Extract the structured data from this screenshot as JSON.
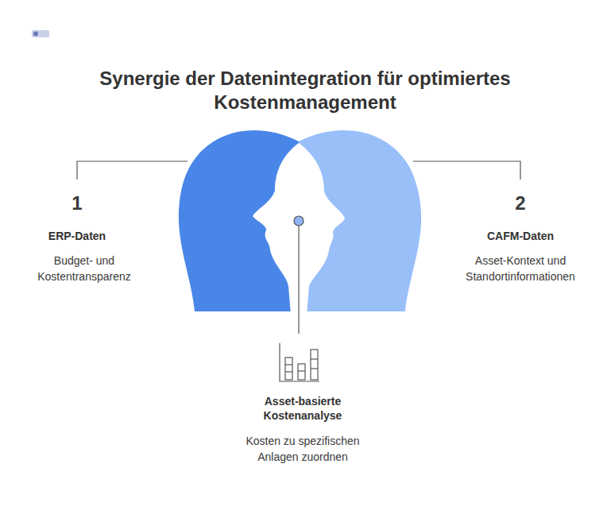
{
  "diagram": {
    "title": "Synergie der Datenintegration für optimiertes Kostenmanagement",
    "labels": [
      "1",
      "ERP-Daten",
      "Budget- und Kostentransparenz",
      "2",
      "CAFM-Daten",
      "Asset-Kontext und Standortinformationen",
      "Asset-basierte Kostenanalyse",
      "Kosten zu spezifischen Anlagen zuordnen"
    ]
  }
}
